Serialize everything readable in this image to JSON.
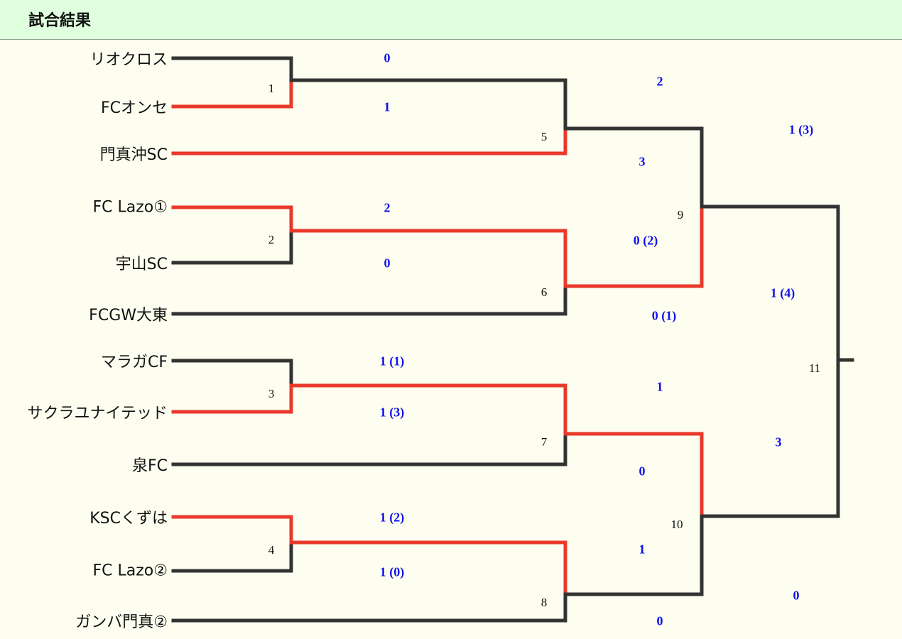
{
  "header": {
    "title": "試合結果"
  },
  "colors": {
    "win": "#e8392a",
    "lose": "#333333",
    "score": "#1010ee",
    "header_bg": "#dfffdf",
    "page_bg": "#fefef0"
  },
  "teams": [
    "リオクロス",
    "FCオンセ",
    "門真沖SC",
    "FC Lazo①",
    "宇山SC",
    "FCGW大東",
    "マラガCF",
    "サクラユナイテッド",
    "泉FC",
    "KSCくずは",
    "FC Lazo②",
    "ガンバ門真②"
  ],
  "matches": [
    {
      "number": "1",
      "top_score": "0",
      "bottom_score": "1",
      "winner": "bottom"
    },
    {
      "number": "2",
      "top_score": "2",
      "bottom_score": "0",
      "winner": "top"
    },
    {
      "number": "3",
      "top_score": "1 (1)",
      "bottom_score": "1 (3)",
      "winner": "bottom"
    },
    {
      "number": "4",
      "top_score": "1 (2)",
      "bottom_score": "1 (0)",
      "winner": "top"
    },
    {
      "number": "5",
      "top_score": "2",
      "bottom_score": "3",
      "winner": "bottom"
    },
    {
      "number": "6",
      "top_score": "0 (2)",
      "bottom_score": "0 (1)",
      "winner": "top"
    },
    {
      "number": "7",
      "top_score": "1",
      "bottom_score": "0",
      "winner": "top"
    },
    {
      "number": "8",
      "top_score": "1",
      "bottom_score": "0",
      "winner": "top"
    },
    {
      "number": "9",
      "top_score": "1 (3)",
      "bottom_score": "1 (4)",
      "winner": "bottom"
    },
    {
      "number": "10",
      "top_score": "3",
      "bottom_score": "0",
      "winner": "top"
    },
    {
      "number": "11"
    }
  ]
}
